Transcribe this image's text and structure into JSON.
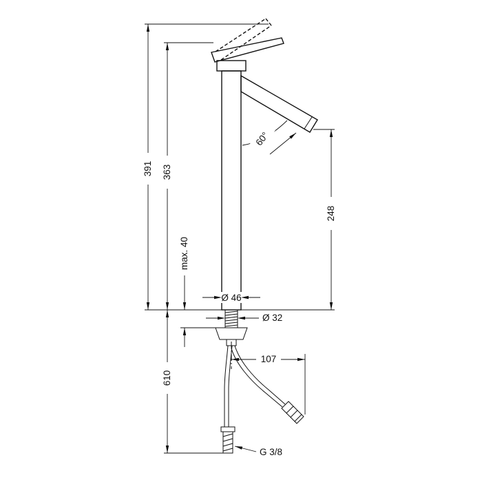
{
  "drawing": {
    "type": "technical-dimension-drawing",
    "subject": "single-lever-basin-mixer",
    "labels": {
      "total_height": "391",
      "height_to_handle": "363",
      "max_counter_thickness": "max. 40",
      "hose_length": "610",
      "spout_outlet_height": "248",
      "body_diameter": "Ø 46",
      "tap_hole_diameter": "Ø 32",
      "hose_horizontal_offset": "107",
      "connection_thread": "G 3/8",
      "spout_angle": "60°"
    },
    "line_color": "#111111",
    "background_color": "#ffffff"
  }
}
